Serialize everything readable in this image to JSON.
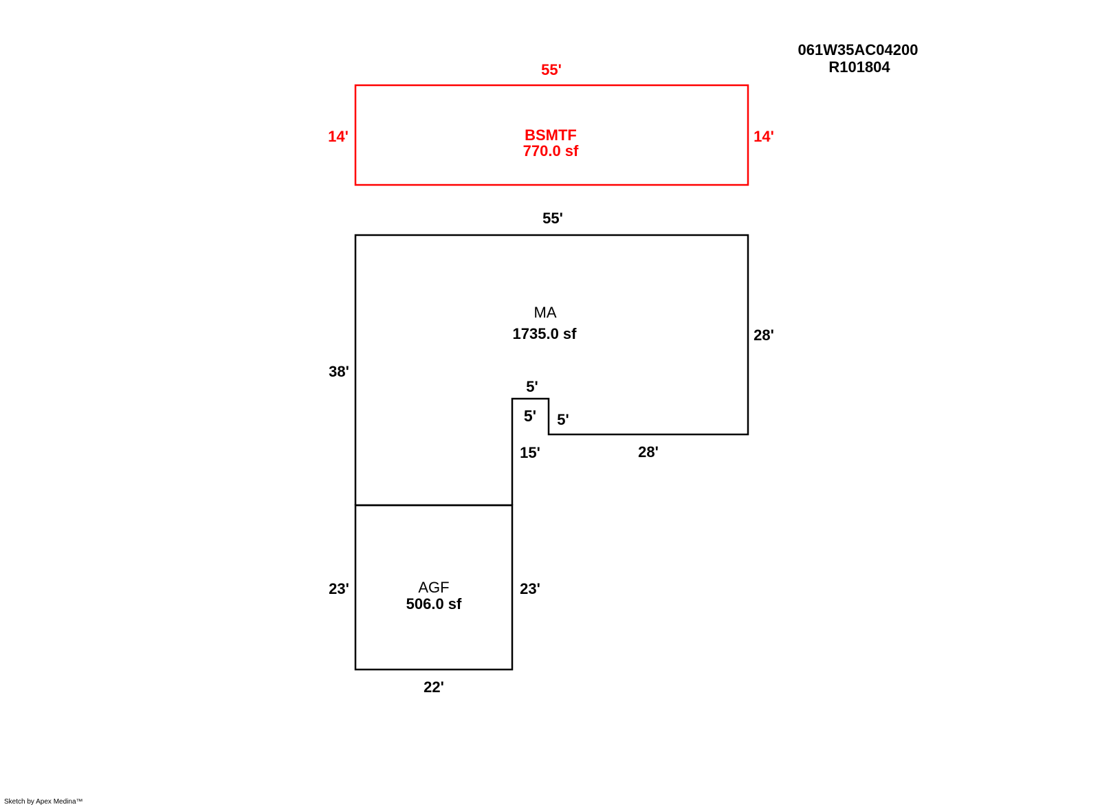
{
  "header": {
    "parcel_id": "061W35AC04200",
    "account_id": "R101804"
  },
  "colors": {
    "basement": "#ff0000",
    "main": "#000000"
  },
  "basement": {
    "name": "BSMTF",
    "area": "770.0 sf",
    "dim_top": "55'",
    "dim_left": "14'",
    "dim_right": "14'"
  },
  "main_area": {
    "name": "MA",
    "area": "1735.0 sf",
    "dim_top": "55'",
    "dim_left": "38'",
    "dim_right": "28'",
    "dim_notch_top": "5'",
    "dim_notch_inner": "5'",
    "dim_notch_right": "5'",
    "dim_notch_left": "15'",
    "dim_bottom": "28'"
  },
  "garage": {
    "name": "AGF",
    "area": "506.0 sf",
    "dim_left": "23'",
    "dim_right": "23'",
    "dim_bottom": "22'"
  },
  "footer": {
    "credit": "Sketch by Apex Medina™"
  }
}
